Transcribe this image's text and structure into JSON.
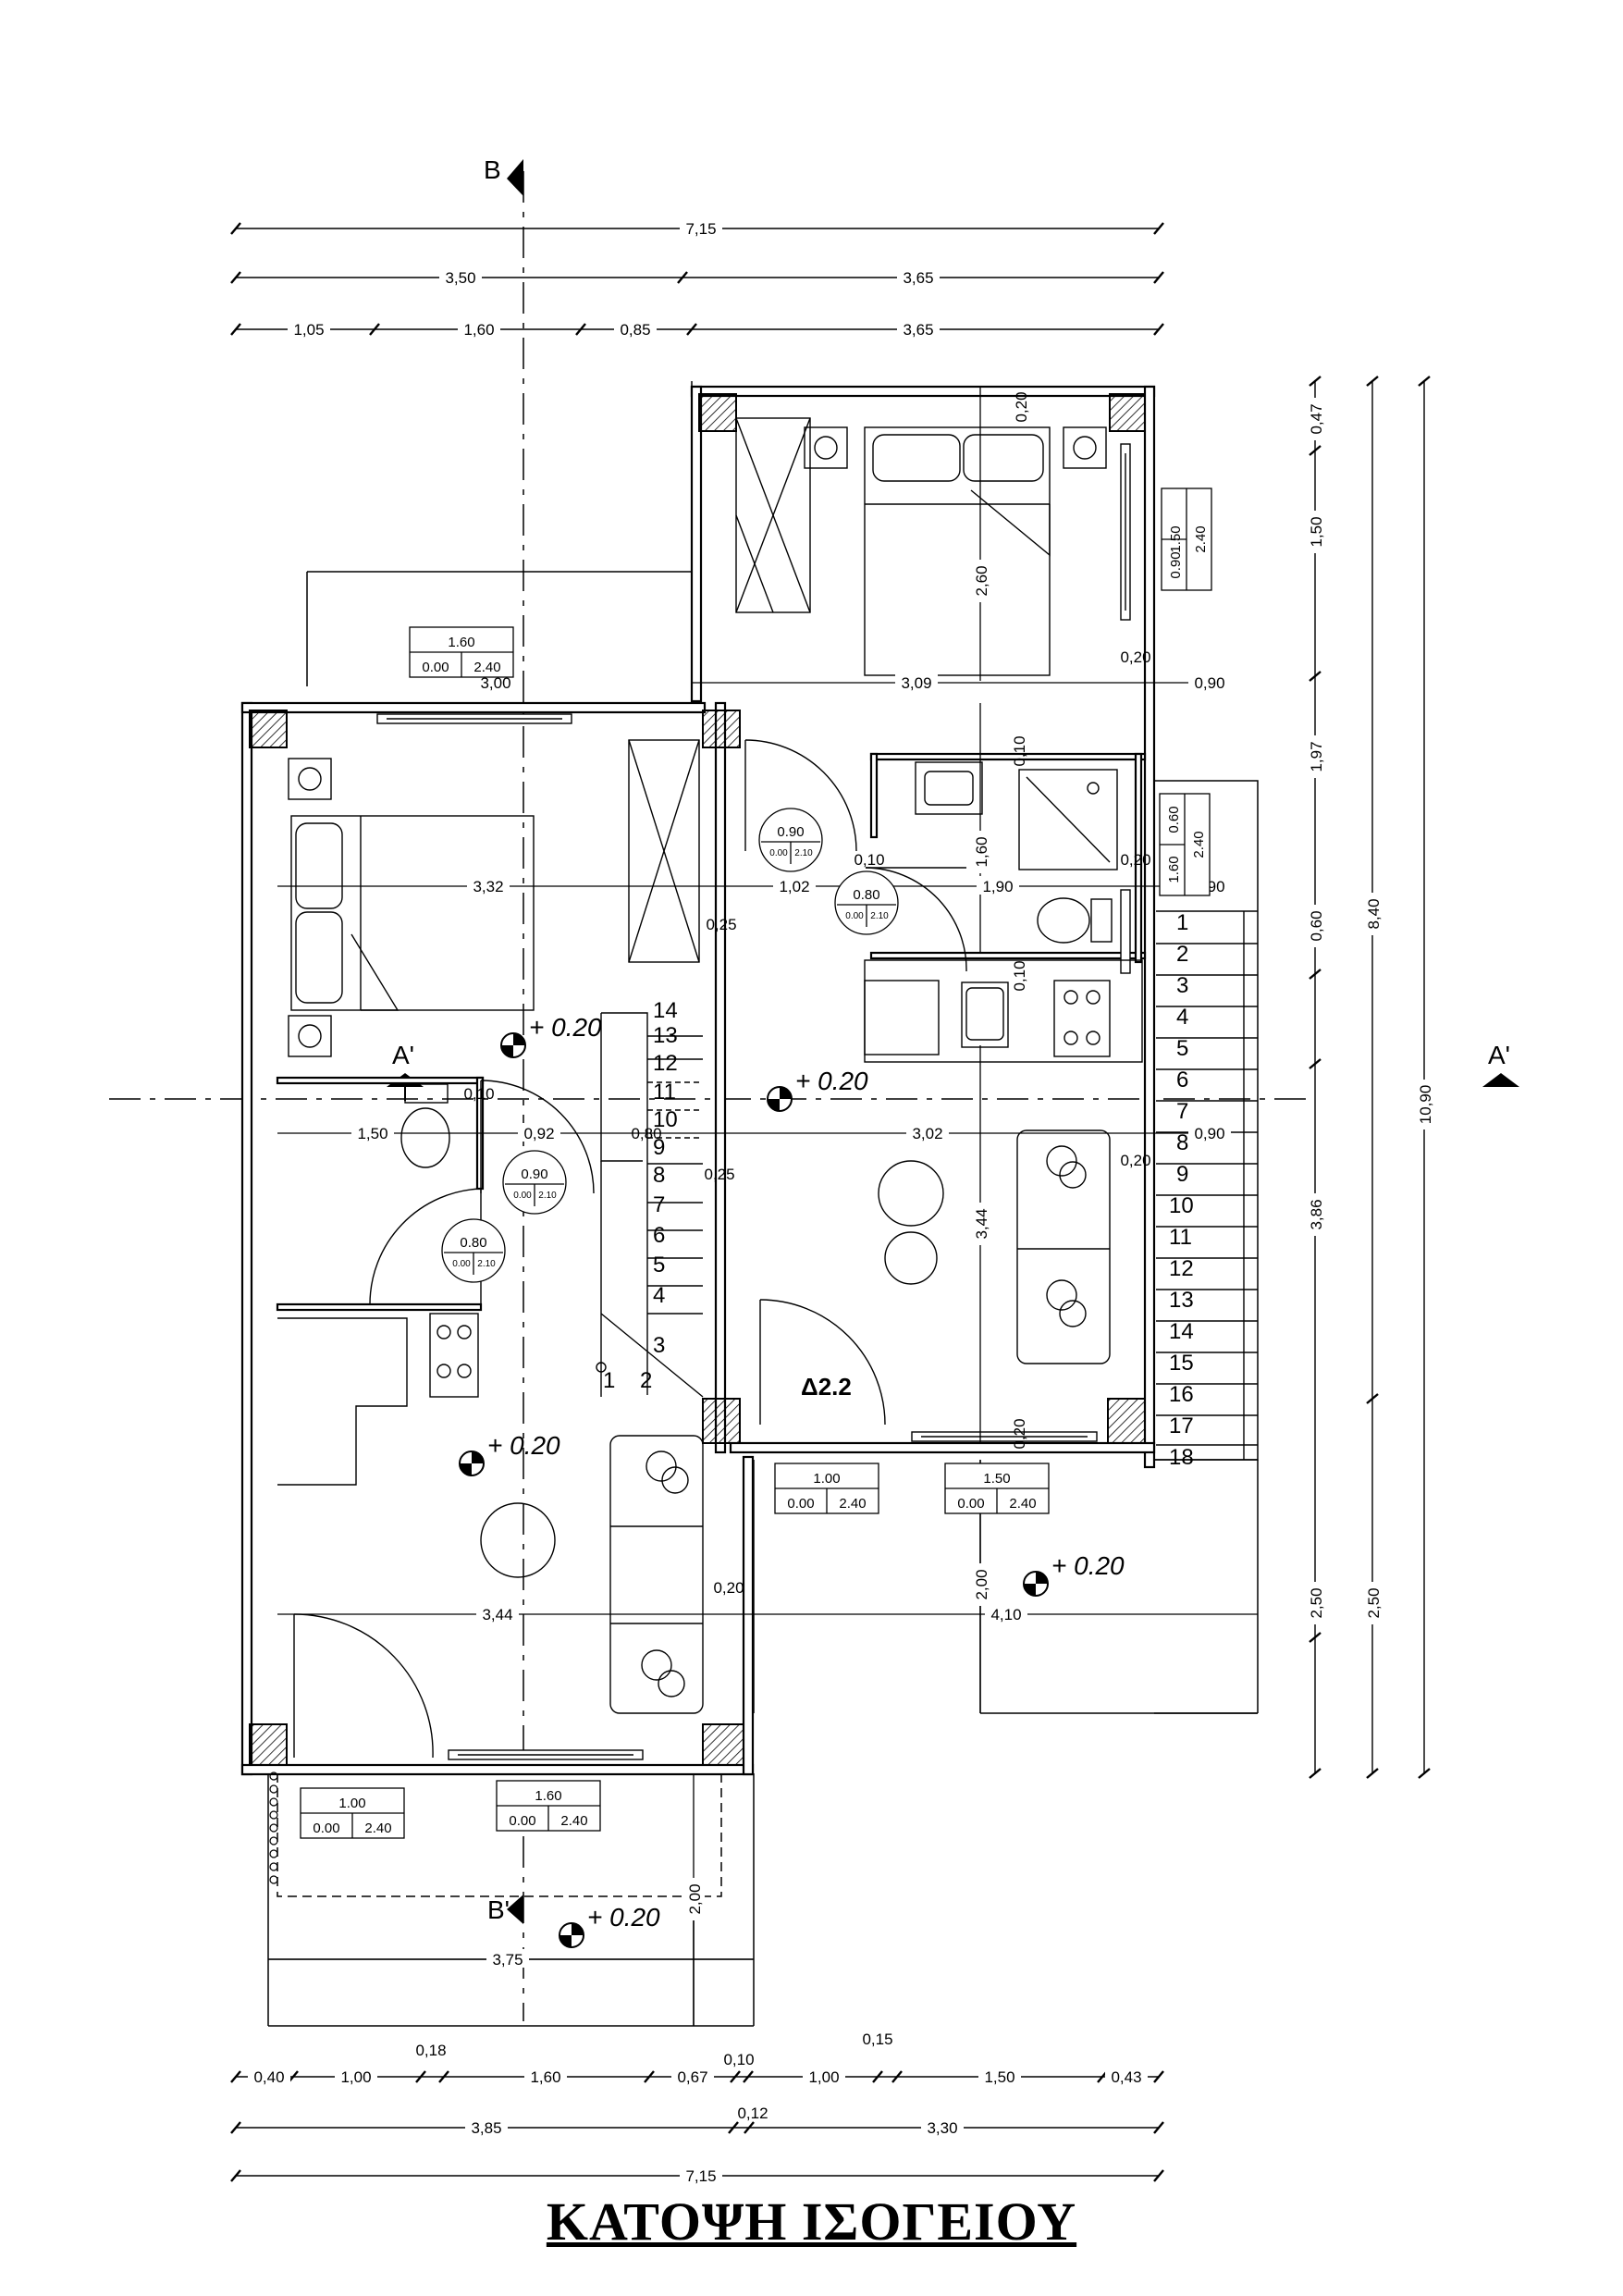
{
  "title": "ΚΑΤΟΨΗ ΙΣΟΓΕΙΟΥ",
  "section_markers": [
    "B",
    "B'",
    "A'",
    "A'"
  ],
  "room_label": "Δ2.2",
  "level_marks": [
    "+ 0.20",
    "+ 0.20",
    "+ 0.20",
    "+ 0.20",
    "+ 0.20"
  ],
  "stairs_left": [
    "14",
    "13",
    "12",
    "11",
    "10",
    "9",
    "8",
    "7",
    "6",
    "5",
    "4",
    "3",
    "1",
    "2"
  ],
  "stairs_right": [
    "1",
    "2",
    "3",
    "4",
    "5",
    "6",
    "7",
    "8",
    "9",
    "10",
    "11",
    "12",
    "13",
    "14",
    "15",
    "16",
    "17",
    "18"
  ],
  "dimensions_top": {
    "row1": [
      "7,15"
    ],
    "row2": [
      "3,50",
      "3,65"
    ],
    "row3": [
      "1,05",
      "1,60",
      "0,85",
      "3,65"
    ]
  },
  "dimensions_bottom": {
    "row1": [
      "0,40",
      "1,00",
      "0,18",
      "1,60",
      "0,67",
      "0,10",
      "1,00",
      "0,15",
      "1,50",
      "0,43"
    ],
    "row2": [
      "3,85",
      "0,12",
      "3,30"
    ],
    "row3": [
      "7,15"
    ]
  },
  "dimensions_right": {
    "col1": [
      "0,47",
      "1,50",
      "1,97",
      "0,60",
      "3,86",
      "2,50"
    ],
    "col2": [
      "8,40",
      "2,50"
    ],
    "col3": [
      "10,90"
    ]
  },
  "dimensions_interior": [
    "0,20",
    "2,60",
    "0,20",
    "3,09",
    "0,90",
    "3,00",
    "0,10",
    "1,60",
    "0,10",
    "0,20",
    "3,32",
    "1,02",
    "1,90",
    "0,90",
    "0,25",
    "0,10",
    "0,10",
    "1,50",
    "0,92",
    "0,80",
    "3,02",
    "0,20",
    "0,90",
    "0,25",
    "3,44",
    "0,20",
    "2,00",
    "3,44",
    "4,10",
    "0,20",
    "2,00",
    "3,75"
  ],
  "window_labels": [
    {
      "w": "1.60",
      "h1": "0.00",
      "h2": "2.40"
    },
    {
      "w": "1.50",
      "h1": "0.90",
      "h2": "2.40"
    },
    {
      "w": "0.60",
      "h1": "1.60",
      "h2": "2.40"
    },
    {
      "w": "1.00",
      "h1": "0.00",
      "h2": "2.40"
    },
    {
      "w": "1.50",
      "h1": "0.00",
      "h2": "2.40"
    },
    {
      "w": "1.00",
      "h1": "0.00",
      "h2": "2.40"
    },
    {
      "w": "1.60",
      "h1": "0.00",
      "h2": "2.40"
    }
  ],
  "door_labels": [
    {
      "w": "0.90",
      "h1": "0.00",
      "h2": "2.10"
    },
    {
      "w": "0.80",
      "h1": "0.00",
      "h2": "2.10"
    },
    {
      "w": "0.90",
      "h1": "0.00",
      "h2": "2.10"
    },
    {
      "w": "0.80",
      "h1": "0.00",
      "h2": "2.10"
    }
  ]
}
